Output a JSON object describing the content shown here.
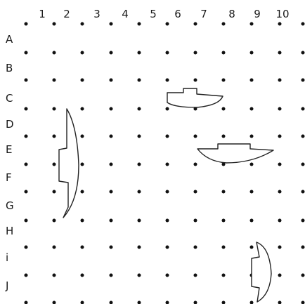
{
  "board": {
    "column_labels": [
      "1",
      "2",
      "3",
      "4",
      "5",
      "6",
      "7",
      "8",
      "9",
      "10"
    ],
    "row_labels": [
      "A",
      "B",
      "C",
      "D",
      "E",
      "F",
      "G",
      "H",
      "i",
      "J"
    ]
  },
  "ships": [
    {
      "name": "horizontal ship near C",
      "orientation": "horizontal"
    },
    {
      "name": "vertical ship at column 2",
      "orientation": "vertical"
    },
    {
      "name": "horizontal ship near E",
      "orientation": "horizontal"
    },
    {
      "name": "vertical ship near I/J",
      "orientation": "vertical"
    }
  ],
  "colors": {
    "ink": "#222222",
    "dot": "#111111",
    "background": "#ffffff"
  }
}
